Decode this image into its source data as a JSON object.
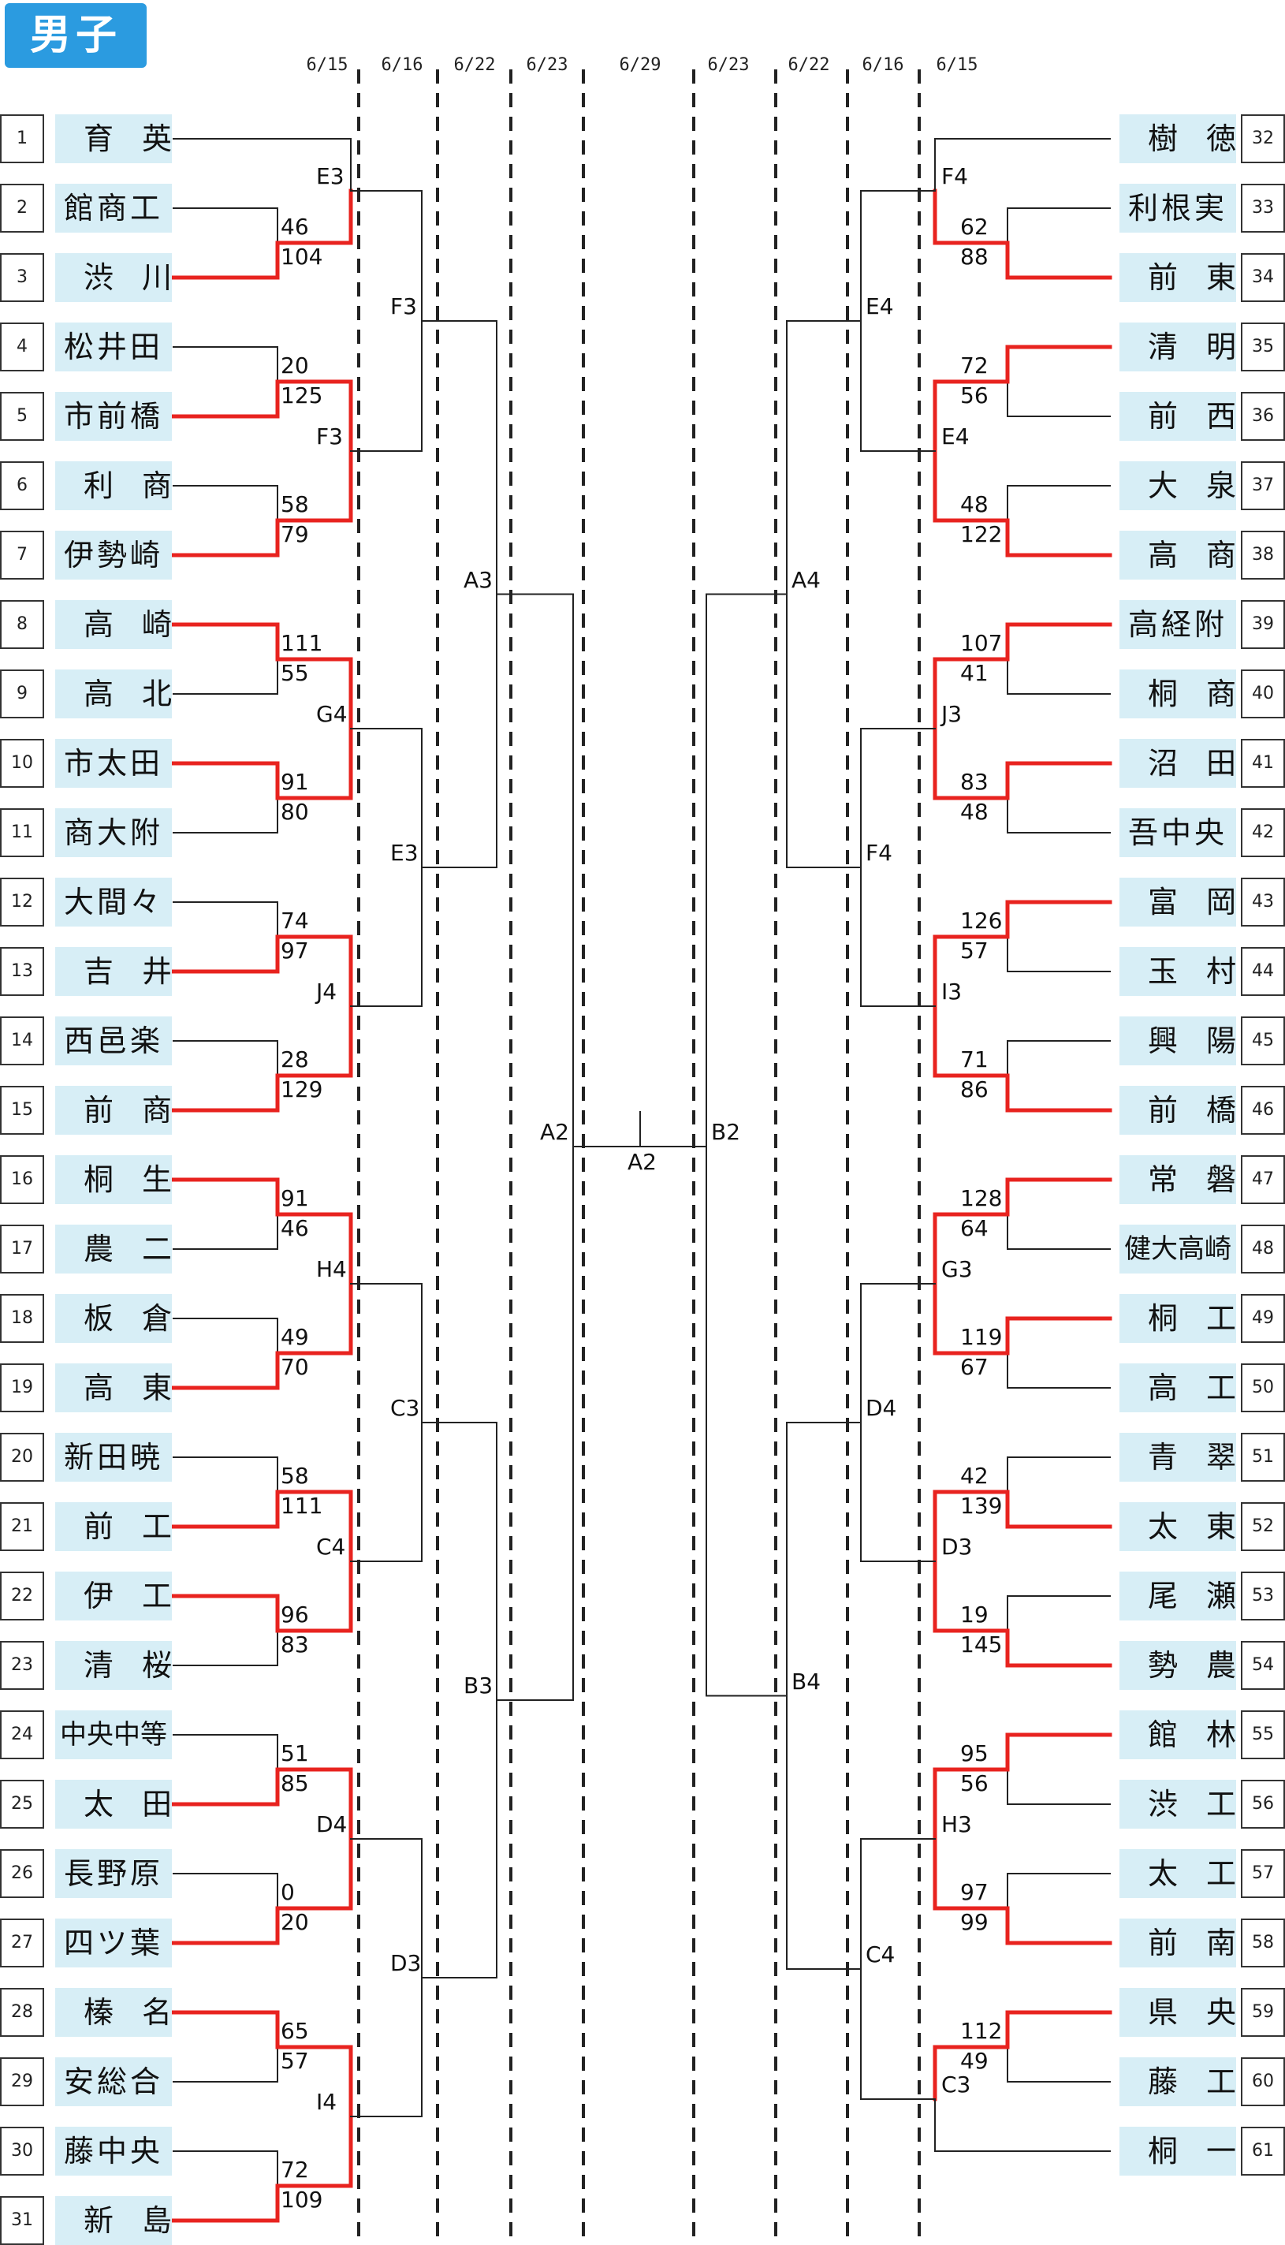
{
  "title": "男子",
  "dates": [
    "6/15",
    "6/16",
    "6/22",
    "6/23",
    "6/29",
    "6/23",
    "6/22",
    "6/16",
    "6/15"
  ],
  "colors": {
    "badge": "#2B9BE0",
    "team_bg": "#D7EEF6",
    "winner_line": "#E8231F",
    "line": "#222222"
  },
  "left_teams": [
    {
      "no": "1",
      "name": "育英"
    },
    {
      "no": "2",
      "name": "館商工"
    },
    {
      "no": "3",
      "name": "渋川"
    },
    {
      "no": "4",
      "name": "松井田"
    },
    {
      "no": "5",
      "name": "市前橋"
    },
    {
      "no": "6",
      "name": "利商"
    },
    {
      "no": "7",
      "name": "伊勢崎"
    },
    {
      "no": "8",
      "name": "高崎"
    },
    {
      "no": "9",
      "name": "高北"
    },
    {
      "no": "10",
      "name": "市太田"
    },
    {
      "no": "11",
      "name": "商大附"
    },
    {
      "no": "12",
      "name": "大間々"
    },
    {
      "no": "13",
      "name": "吉井"
    },
    {
      "no": "14",
      "name": "西邑楽"
    },
    {
      "no": "15",
      "name": "前商"
    },
    {
      "no": "16",
      "name": "桐生"
    },
    {
      "no": "17",
      "name": "農二"
    },
    {
      "no": "18",
      "name": "板倉"
    },
    {
      "no": "19",
      "name": "高東"
    },
    {
      "no": "20",
      "name": "新田暁"
    },
    {
      "no": "21",
      "name": "前工"
    },
    {
      "no": "22",
      "name": "伊工"
    },
    {
      "no": "23",
      "name": "清桜"
    },
    {
      "no": "24",
      "name": "中央中等"
    },
    {
      "no": "25",
      "name": "太田"
    },
    {
      "no": "26",
      "name": "長野原"
    },
    {
      "no": "27",
      "name": "四ツ葉"
    },
    {
      "no": "28",
      "name": "榛名"
    },
    {
      "no": "29",
      "name": "安総合"
    },
    {
      "no": "30",
      "name": "藤中央"
    },
    {
      "no": "31",
      "name": "新島"
    }
  ],
  "right_teams": [
    {
      "no": "32",
      "name": "樹徳"
    },
    {
      "no": "33",
      "name": "利根実"
    },
    {
      "no": "34",
      "name": "前東"
    },
    {
      "no": "35",
      "name": "清明"
    },
    {
      "no": "36",
      "name": "前西"
    },
    {
      "no": "37",
      "name": "大泉"
    },
    {
      "no": "38",
      "name": "高商"
    },
    {
      "no": "39",
      "name": "高経附"
    },
    {
      "no": "40",
      "name": "桐商"
    },
    {
      "no": "41",
      "name": "沼田"
    },
    {
      "no": "42",
      "name": "吾中央"
    },
    {
      "no": "43",
      "name": "富岡"
    },
    {
      "no": "44",
      "name": "玉村"
    },
    {
      "no": "45",
      "name": "興陽"
    },
    {
      "no": "46",
      "name": "前橋"
    },
    {
      "no": "47",
      "name": "常磐"
    },
    {
      "no": "48",
      "name": "健大高崎"
    },
    {
      "no": "49",
      "name": "桐工"
    },
    {
      "no": "50",
      "name": "高工"
    },
    {
      "no": "51",
      "name": "青翠"
    },
    {
      "no": "52",
      "name": "太東"
    },
    {
      "no": "53",
      "name": "尾瀬"
    },
    {
      "no": "54",
      "name": "勢農"
    },
    {
      "no": "55",
      "name": "館林"
    },
    {
      "no": "56",
      "name": "渋工"
    },
    {
      "no": "57",
      "name": "太工"
    },
    {
      "no": "58",
      "name": "前南"
    },
    {
      "no": "59",
      "name": "県央"
    },
    {
      "no": "60",
      "name": "藤工"
    },
    {
      "no": "61",
      "name": "桐一"
    }
  ],
  "left_scores": [
    {
      "top": "46",
      "bot": "104"
    },
    {
      "top": "20",
      "bot": "125"
    },
    {
      "top": "58",
      "bot": "79"
    },
    {
      "top": "111",
      "bot": "55"
    },
    {
      "top": "91",
      "bot": "80"
    },
    {
      "top": "74",
      "bot": "97"
    },
    {
      "top": "28",
      "bot": "129"
    },
    {
      "top": "91",
      "bot": "46"
    },
    {
      "top": "49",
      "bot": "70"
    },
    {
      "top": "58",
      "bot": "111"
    },
    {
      "top": "96",
      "bot": "83"
    },
    {
      "top": "51",
      "bot": "85"
    },
    {
      "top": "0",
      "bot": "20"
    },
    {
      "top": "65",
      "bot": "57"
    },
    {
      "top": "72",
      "bot": "109"
    }
  ],
  "right_scores": [
    {
      "top": "62",
      "bot": "88"
    },
    {
      "top": "72",
      "bot": "56"
    },
    {
      "top": "48",
      "bot": "122"
    },
    {
      "top": "107",
      "bot": "41"
    },
    {
      "top": "83",
      "bot": "48"
    },
    {
      "top": "126",
      "bot": "57"
    },
    {
      "top": "71",
      "bot": "86"
    },
    {
      "top": "128",
      "bot": "64"
    },
    {
      "top": "119",
      "bot": "67"
    },
    {
      "top": "42",
      "bot": "139"
    },
    {
      "top": "19",
      "bot": "145"
    },
    {
      "top": "95",
      "bot": "56"
    },
    {
      "top": "97",
      "bot": "99"
    },
    {
      "top": "112",
      "bot": "49"
    }
  ],
  "left_courts": {
    "r2": [
      "E3",
      "F3",
      "G4",
      "J4",
      "H4",
      "C4",
      "D4",
      "I4"
    ],
    "r3": [
      "F3",
      "E3",
      "C3",
      "D3"
    ],
    "r4": [
      "A3",
      "B3"
    ]
  },
  "right_courts": {
    "r2": [
      "F4",
      "E4",
      "J3",
      "I3",
      "G3",
      "D3",
      "H3",
      "C3"
    ],
    "r3": [
      "E4",
      "F4",
      "D4",
      "C4"
    ],
    "r4": [
      "A4",
      "B4"
    ]
  },
  "final_courts": {
    "left": "A2",
    "center": "A2",
    "right": "B2"
  }
}
